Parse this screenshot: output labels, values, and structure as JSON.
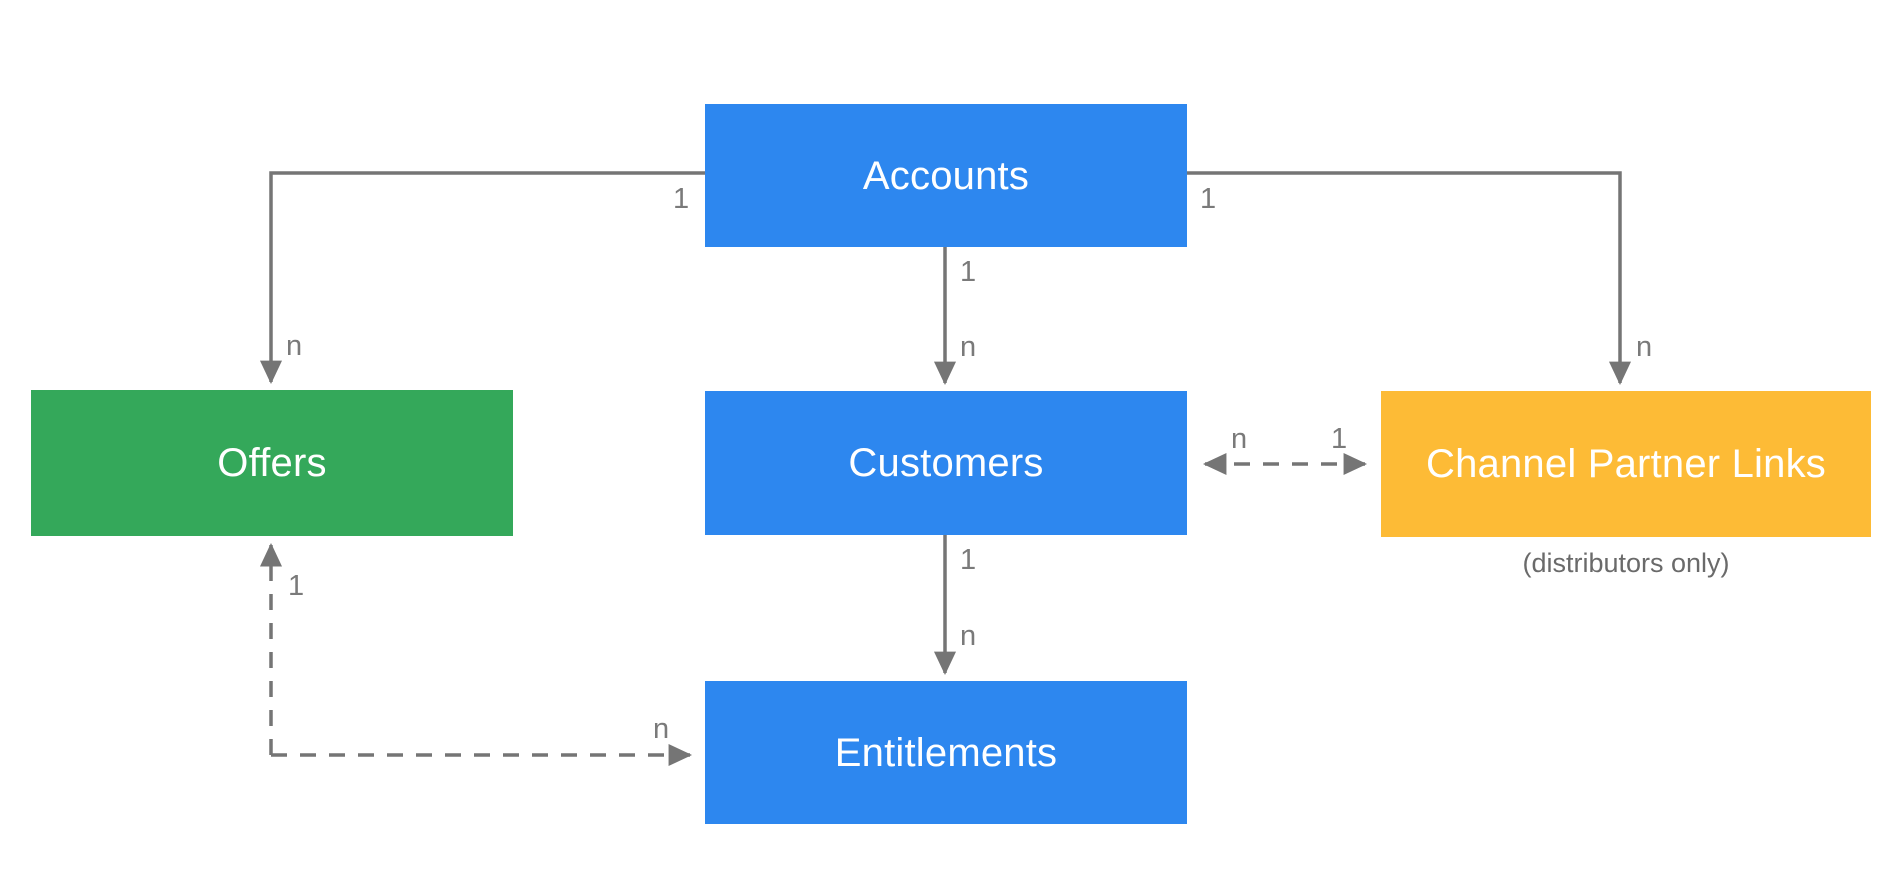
{
  "diagram": {
    "type": "entity-relationship-diagram",
    "background": "#ffffff",
    "colors": {
      "blue": "#2d87ef",
      "green": "#34a85a",
      "orange": "#fdbb36",
      "edge_gray": "#757575",
      "label_gray": "#7a7a7a",
      "caption_gray": "#6a6a6a",
      "node_text": "#ffffff"
    },
    "nodes": [
      {
        "id": "accounts",
        "label": "Accounts",
        "color": "#2d87ef"
      },
      {
        "id": "offers",
        "label": "Offers",
        "color": "#34a85a"
      },
      {
        "id": "customers",
        "label": "Customers",
        "color": "#2d87ef"
      },
      {
        "id": "cpl",
        "label": "Channel Partner Links",
        "color": "#fdbb36",
        "caption": "(distributors only)"
      },
      {
        "id": "entitlements",
        "label": "Entitlements",
        "color": "#2d87ef"
      }
    ],
    "edges": [
      {
        "id": "accounts-offers",
        "from": "accounts",
        "to": "offers",
        "style": "solid",
        "arrows": "to",
        "source_cardinality": "1",
        "target_cardinality": "n"
      },
      {
        "id": "accounts-customers",
        "from": "accounts",
        "to": "customers",
        "style": "solid",
        "arrows": "to",
        "source_cardinality": "1",
        "target_cardinality": "n"
      },
      {
        "id": "accounts-cpl",
        "from": "accounts",
        "to": "cpl",
        "style": "solid",
        "arrows": "to",
        "source_cardinality": "1",
        "target_cardinality": "n"
      },
      {
        "id": "customers-entitlements",
        "from": "customers",
        "to": "entitlements",
        "style": "solid",
        "arrows": "to",
        "source_cardinality": "1",
        "target_cardinality": "n"
      },
      {
        "id": "customers-cpl",
        "from": "customers",
        "to": "cpl",
        "style": "dashed",
        "arrows": "both",
        "source_cardinality": "n",
        "target_cardinality": "1"
      },
      {
        "id": "offers-entitlements",
        "from": "offers",
        "to": "entitlements",
        "style": "dashed",
        "arrows": "both",
        "source_cardinality": "1",
        "target_cardinality": "n"
      }
    ],
    "edge_labels": {
      "accounts_offers_one": "1",
      "accounts_offers_many": "n",
      "accounts_customers_one": "1",
      "accounts_customers_many": "n",
      "accounts_cpl_one": "1",
      "accounts_cpl_many": "n",
      "customers_entitlements_one": "1",
      "customers_entitlements_many": "n",
      "customers_cpl_many": "n",
      "customers_cpl_one": "1",
      "offers_entitlements_one": "1",
      "offers_entitlements_many": "n"
    }
  }
}
